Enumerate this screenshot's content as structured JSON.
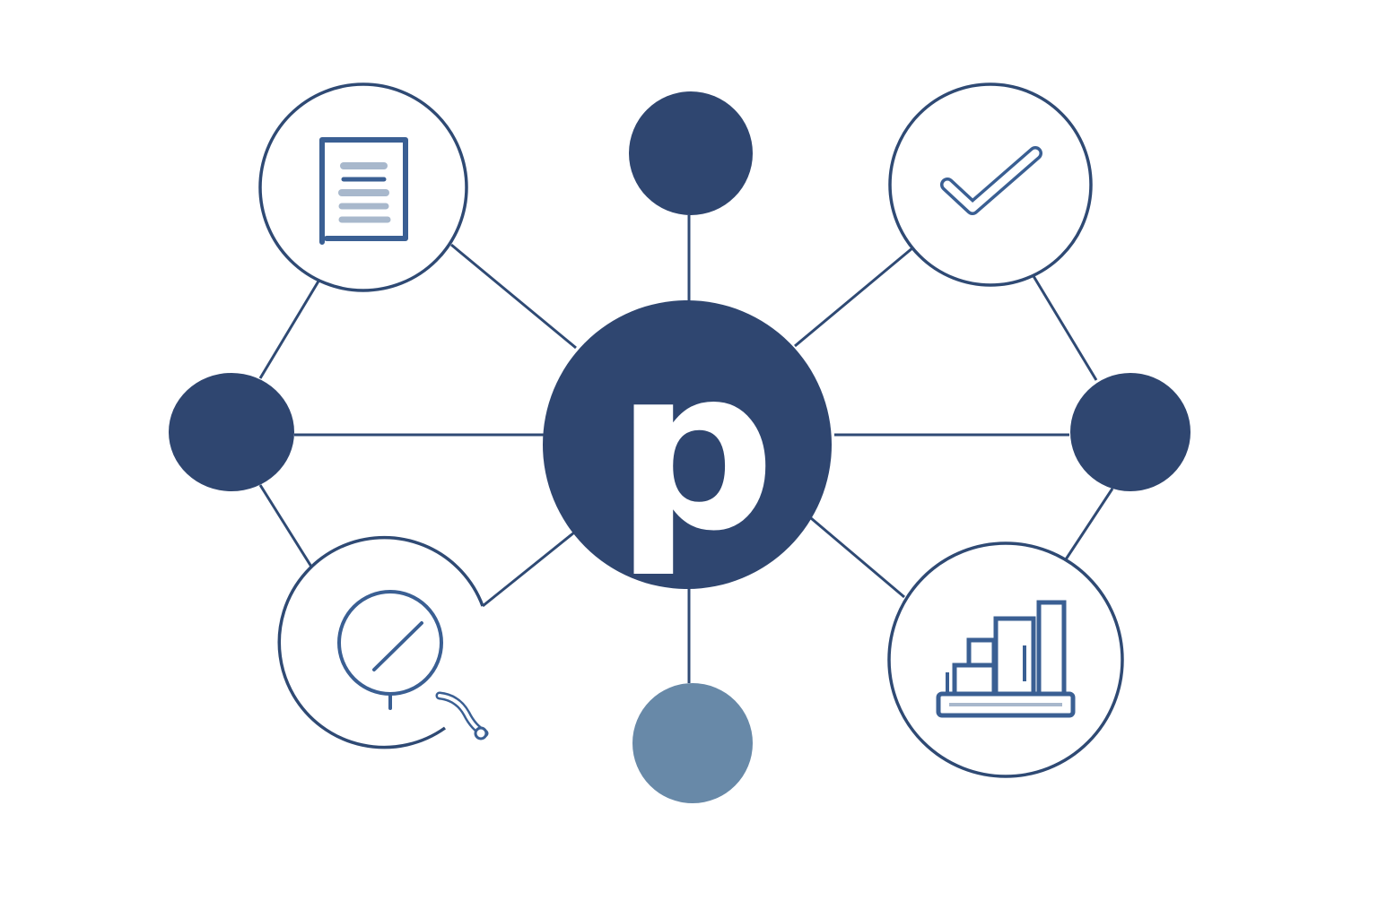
{
  "diagram": {
    "hub": {
      "letter": "p",
      "icon": "p-letter-logo"
    },
    "colors": {
      "primary": "#2f4670",
      "line": "#2f4a74",
      "accent_light": "#6889a8",
      "icon": "#3a5f93",
      "icon_fill": "#a8b8cc",
      "background": "#ffffff"
    },
    "nodes": [
      {
        "id": "top",
        "kind": "solid"
      },
      {
        "id": "left",
        "kind": "solid"
      },
      {
        "id": "right",
        "kind": "solid"
      },
      {
        "id": "bottom",
        "kind": "light"
      },
      {
        "id": "document",
        "kind": "icon",
        "icon": "document-icon"
      },
      {
        "id": "checkmark",
        "kind": "icon",
        "icon": "checkmark-icon"
      },
      {
        "id": "search",
        "kind": "icon",
        "icon": "magnifier-icon"
      },
      {
        "id": "bar-chart",
        "kind": "icon",
        "icon": "bar-chart-icon"
      }
    ]
  }
}
